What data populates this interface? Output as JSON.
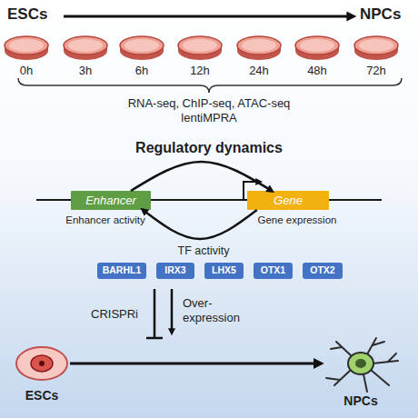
{
  "diagram": {
    "nodes": [
      {
        "text": [
          "Enhancer",
          "Enhancer activity"
        ]
      },
      {
        "text": [
          "Gene",
          "Gene expression"
        ]
      },
      {
        "text": [
          "BARHL1"
        ]
      },
      {
        "text": [
          "IRX3"
        ]
      },
      {
        "text": [
          "LHX5"
        ]
      },
      {
        "text": [
          "OTX1"
        ]
      },
      {
        "text": [
          "OTX2"
        ]
      },
      {
        "text": [
          "ESCs"
        ]
      },
      {
        "text": [
          "NPCs"
        ]
      }
    ],
    "edges": [
      {
        "from": 0,
        "to": 1,
        "arrow": "to"
      },
      {
        "from": 1,
        "to": 0,
        "label": "TF activity",
        "arrow": "to"
      },
      {
        "from": 7,
        "to": 8,
        "arrow": "to"
      }
    ],
    "labels": [
      "ESCs",
      "NPCs",
      "0h",
      "3h",
      "6h",
      "12h",
      "24h",
      "48h",
      "72h",
      "RNA-seq, ChIP-seq, ATAC-seq lentiMPRA",
      "Regulatory dynamics",
      "CRISPRi",
      "Over- expression"
    ]
  }
}
